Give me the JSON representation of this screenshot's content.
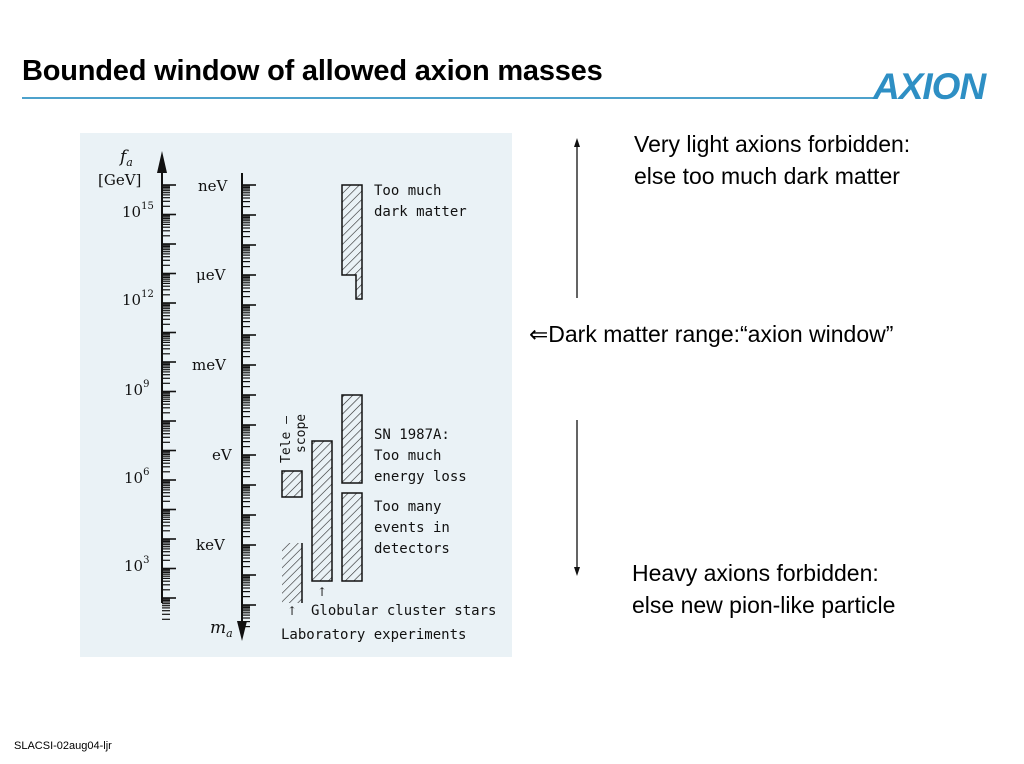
{
  "slide": {
    "title": "Bounded window of allowed axion masses",
    "logo_text": "AXION",
    "footer": "SLACSI-02aug04-ljr",
    "colors": {
      "rule": "#4da2cc",
      "logo": "#2e8fc4",
      "figure_bg": "#eaf2f6"
    }
  },
  "notes": {
    "top_line1": "Very light axions forbidden:",
    "top_line2": "else too much dark matter",
    "middle": "⇐Dark matter range:“axion window”",
    "bottom_line1": "Heavy axions forbidden:",
    "bottom_line2": "else new pion-like particle"
  },
  "figure": {
    "fa_label": "f",
    "fa_sub": "a",
    "fa_unit": "[GeV]",
    "fa_ticks": [
      {
        "base": "10",
        "exp": "15"
      },
      {
        "base": "10",
        "exp": "12"
      },
      {
        "base": "10",
        "exp": "9"
      },
      {
        "base": "10",
        "exp": "6"
      },
      {
        "base": "10",
        "exp": "3"
      }
    ],
    "ma_label": "m",
    "ma_sub": "a",
    "ma_ticks": [
      "neV",
      "μeV",
      "meV",
      "eV",
      "keV"
    ],
    "bounds": {
      "dark_matter": [
        "Too much",
        "dark matter"
      ],
      "telescope": [
        "Tele –",
        "scope"
      ],
      "sn1987a": [
        "SN 1987A:",
        "Too much",
        "energy loss"
      ],
      "detectors": [
        "Too many",
        "events in",
        "detectors"
      ],
      "globular": "Globular cluster stars",
      "laboratory": "Laboratory experiments"
    },
    "arrow_glyph": "↑"
  }
}
